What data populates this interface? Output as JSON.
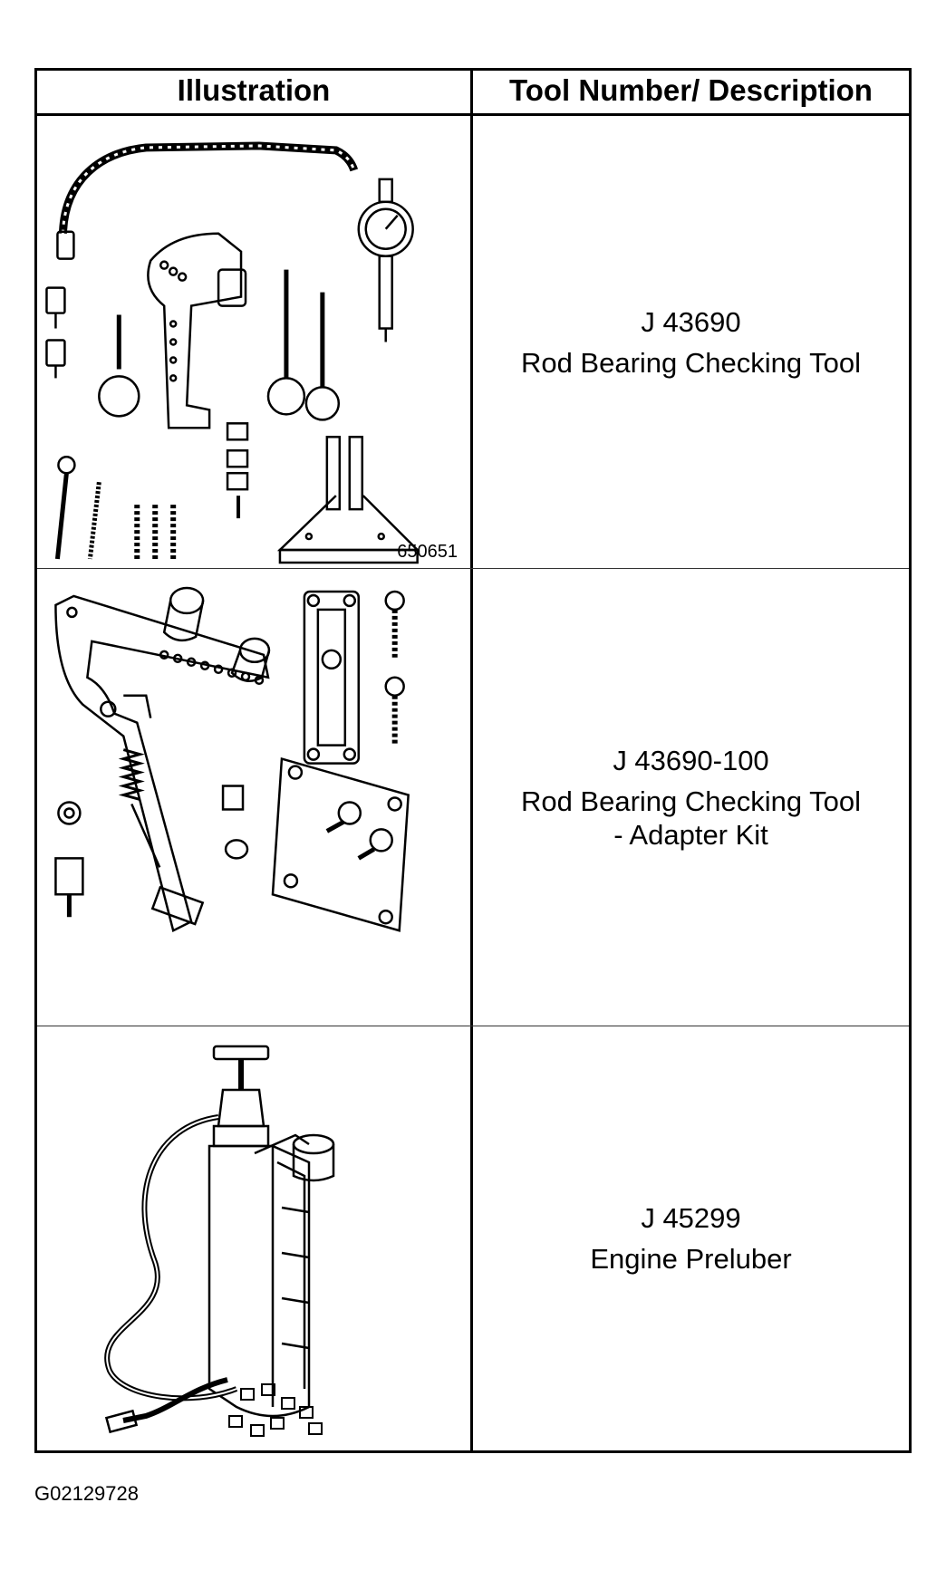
{
  "table": {
    "headers": {
      "illustration": "Illustration",
      "tool": "Tool Number/ Description"
    },
    "rows": [
      {
        "tool_number": "J 43690",
        "description": "Rod Bearing Checking Tool",
        "figure_code": "650651"
      },
      {
        "tool_number": "J 43690-100",
        "description_line1": "Rod Bearing Checking Tool",
        "description_line2": "- Adapter Kit"
      },
      {
        "tool_number": "J 45299",
        "description": "Engine Preluber"
      }
    ]
  },
  "footer": {
    "code": "G02129728"
  }
}
